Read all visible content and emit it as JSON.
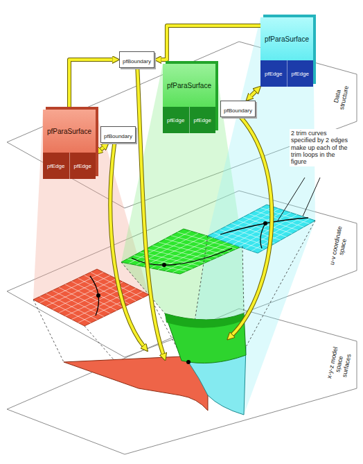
{
  "diagram": {
    "nodes": [
      {
        "text": [
          "pfParaSurface"
        ]
      },
      {
        "text": [
          "pfEdge"
        ],
        "in": 0
      },
      {
        "text": [
          "pfEdge"
        ],
        "in": 0
      },
      {
        "text": [
          "pfParaSurface"
        ]
      },
      {
        "text": [
          "pfEdge"
        ],
        "in": 3
      },
      {
        "text": [
          "pfEdge"
        ],
        "in": 3
      },
      {
        "text": [
          "pfParaSurface"
        ]
      },
      {
        "text": [
          "pfEdge"
        ],
        "in": 6
      },
      {
        "text": [
          "pfEdge"
        ],
        "in": 6
      },
      {
        "text": [
          "pfBoundary"
        ]
      },
      {
        "text": [
          "pfBoundary"
        ]
      },
      {
        "text": [
          "pfBoundary"
        ]
      }
    ],
    "edges": [
      {
        "from": 6,
        "to": 9,
        "arrow": "to"
      },
      {
        "from": 0,
        "to": 9,
        "arrow": "to"
      },
      {
        "from": 10,
        "to": 2,
        "arrow": "both"
      },
      {
        "from": 11,
        "to": 7,
        "arrow": "both"
      }
    ],
    "labels": [
      "Data structure",
      "2 trim curves specified by 2 edges make up each of the trim loops in the figure",
      "u-v coordinate space",
      "x-y-z model space surfaces"
    ]
  }
}
